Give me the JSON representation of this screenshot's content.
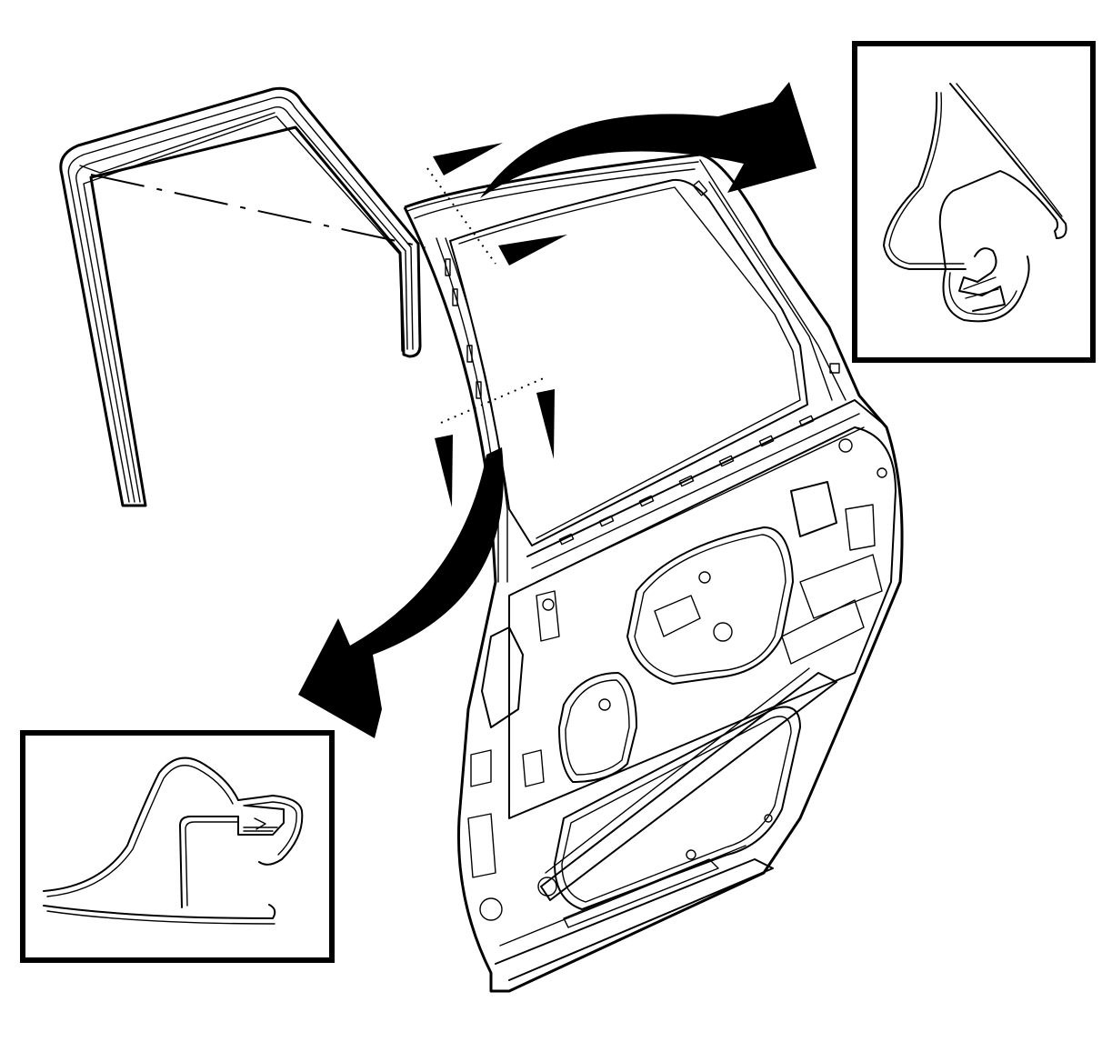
{
  "diagram": {
    "colors": {
      "ink": "#000000",
      "paper": "#ffffff"
    },
    "parts": [
      "weatherstrip-loose",
      "rear-door-frame",
      "upper-detail-inset",
      "lower-detail-inset",
      "direction-arrow-upper",
      "direction-arrow-lower"
    ]
  }
}
